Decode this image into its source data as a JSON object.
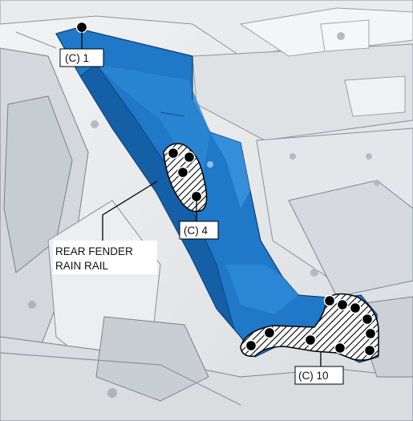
{
  "labels": {
    "weld_top": "(C) 1",
    "weld_middle": "(C) 4",
    "weld_bottom": "(C) 10",
    "part_line1": "REAR FENDER",
    "part_line2": "RAIN RAIL"
  },
  "colors": {
    "part_blue": "#1f78c8",
    "part_blue_dark": "#155fa6",
    "body_grey": "#e6e8ea",
    "panel_grey": "#cfd3d7",
    "shadow_grey": "#9ea3a8",
    "edge_grey": "#6f7479",
    "weld_dot": "#000000",
    "label_bg": "#ffffff"
  }
}
